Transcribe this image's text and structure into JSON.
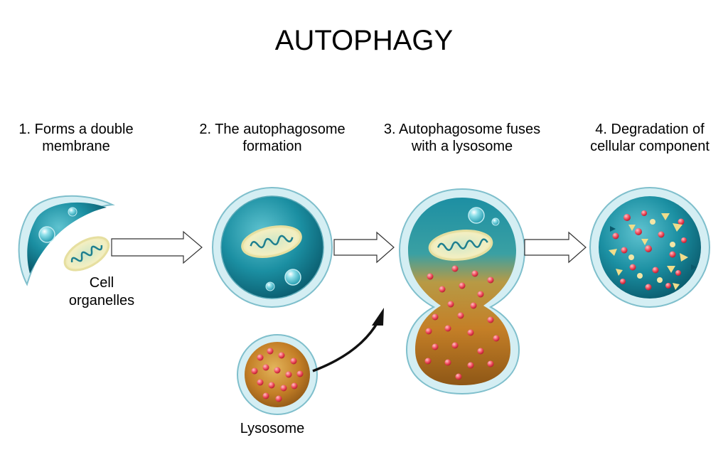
{
  "title": "AUTOPHAGY",
  "steps": [
    {
      "line1": "1. Forms a double",
      "line2": "membrane"
    },
    {
      "line1": "2. The autophagosome",
      "line2": "formation"
    },
    {
      "line1": "3. Autophagosome fuses",
      "line2": "with a lysosome"
    },
    {
      "line1": "4. Degradation of",
      "line2": "cellular component"
    }
  ],
  "labels": {
    "organelles_line1": "Cell",
    "organelles_line2": "organelles",
    "lysosome": "Lysosome"
  },
  "colors": {
    "membrane_outer": "#d4eef3",
    "membrane_stroke": "#7fbfcc",
    "cytoplasm": "#1d8fa3",
    "cytoplasm_dark": "#0b5e70",
    "lysosome_fill": "#c98a2e",
    "enzyme_red": "#e8505e",
    "mitochondria": "#f1ecb8",
    "arrow_fill": "#ffffff",
    "arrow_stroke": "#333333"
  }
}
